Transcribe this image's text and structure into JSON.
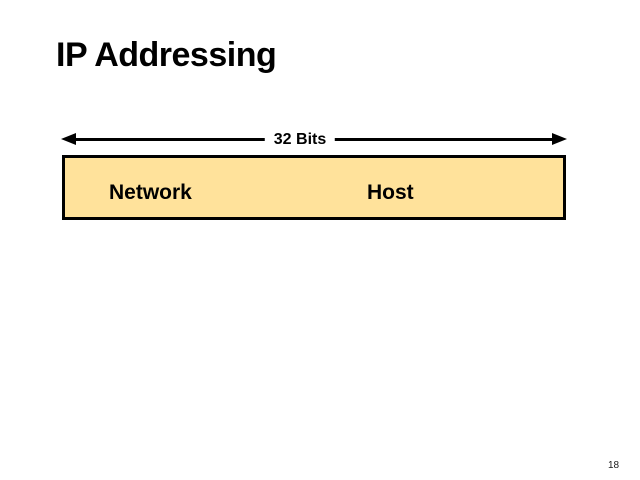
{
  "slide": {
    "title": "IP Addressing",
    "page_number": "18"
  },
  "diagram": {
    "arrow_label": "32 Bits",
    "fields": [
      {
        "label": "Network"
      },
      {
        "label": "Host"
      }
    ],
    "colors": {
      "box_fill": "#FFE29B",
      "box_border": "#000000",
      "arrow": "#000000",
      "background": "#FFFFFF"
    }
  }
}
